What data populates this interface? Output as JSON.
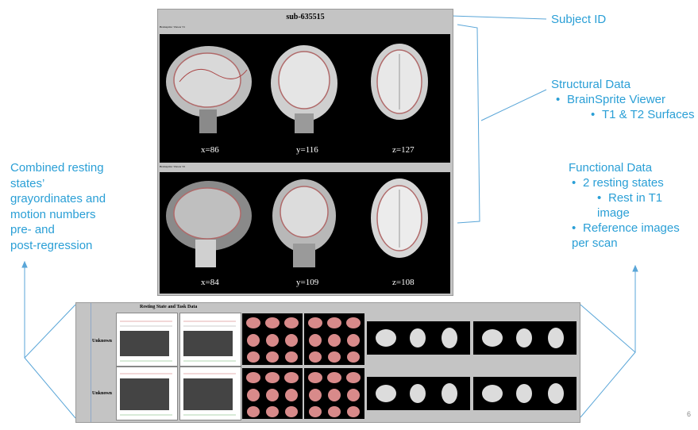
{
  "top_report": {
    "subject_id": "sub-635515",
    "header_small_1": "Brainsprite: Viewer T1",
    "header_small_2": "Brainsprite: Viewer T2",
    "row1_coords": [
      "x=86",
      "y=116",
      "z=127"
    ],
    "row2_coords": [
      "x=84",
      "y=109",
      "z=108"
    ]
  },
  "bottom_report": {
    "title": "Resting State and Task Data",
    "row_labels": [
      "Unknown",
      "Unknown"
    ]
  },
  "callouts": {
    "subject": "Subject ID",
    "structural": {
      "heading": "Structural Data",
      "items": [
        "BrainSprite Viewer",
        "T1 & T2 Surfaces"
      ]
    },
    "functional": {
      "heading": "Functional Data",
      "items": [
        "2 resting states",
        "Rest in T1 image",
        "Reference images per scan"
      ]
    },
    "combined": [
      "Combined resting",
      "states’",
      "grayordinates and",
      "motion numbers",
      "pre- and",
      "post-regression"
    ]
  },
  "slide_number": "6",
  "colors": {
    "accent": "#2a9fd6",
    "panel": "#c4c4c4"
  }
}
